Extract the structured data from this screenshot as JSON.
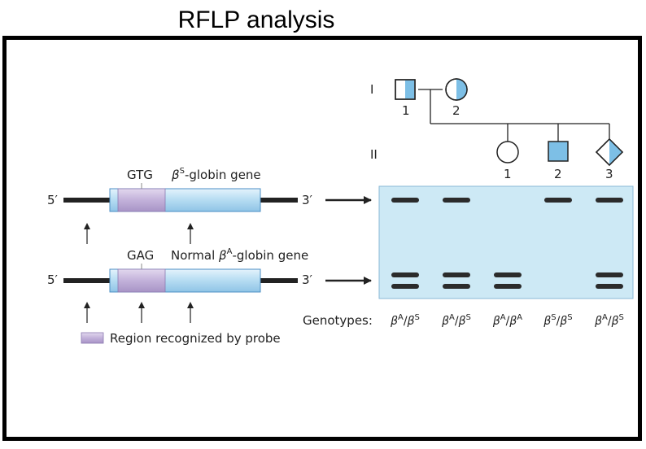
{
  "title": "RFLP analysis",
  "genes": {
    "sickle": {
      "codon": "GTG",
      "beta": "β",
      "allele": "S",
      "label": "-globin gene",
      "end5": "5′",
      "end3": "3′"
    },
    "normal": {
      "codon": "GAG",
      "prefix": "Normal ",
      "beta": "β",
      "allele": "A",
      "label": "-globin gene",
      "end5": "5′",
      "end3": "3′"
    }
  },
  "legend": {
    "label": "Region recognized by probe"
  },
  "pedigree": {
    "generations": [
      "I",
      "II"
    ],
    "gen1": [
      {
        "number": "1",
        "shape": "square",
        "status": "carrier"
      },
      {
        "number": "2",
        "shape": "circle",
        "status": "carrier"
      }
    ],
    "gen2": [
      {
        "number": "1",
        "shape": "circle",
        "status": "unaffected"
      },
      {
        "number": "2",
        "shape": "square",
        "status": "affected"
      },
      {
        "number": "3",
        "shape": "diamond",
        "status": "carrier"
      }
    ]
  },
  "gel": {
    "color": "#cde9f5",
    "lanes": [
      {
        "upper": true,
        "lower": true
      },
      {
        "upper": true,
        "lower": true
      },
      {
        "upper": false,
        "lower": true
      },
      {
        "upper": true,
        "lower": false
      },
      {
        "upper": true,
        "lower": true
      }
    ]
  },
  "genotypes": {
    "label": "Genotypes:",
    "beta": "β",
    "slash": "/",
    "items": [
      [
        "A",
        "S"
      ],
      [
        "A",
        "S"
      ],
      [
        "A",
        "A"
      ],
      [
        "S",
        "S"
      ],
      [
        "A",
        "S"
      ]
    ]
  },
  "colors": {
    "gene_blue": "#a9d3ef",
    "probe_purple": "#c8b7dc",
    "affected_blue": "#7dbfe6",
    "gel_blue": "#cde9f5"
  }
}
